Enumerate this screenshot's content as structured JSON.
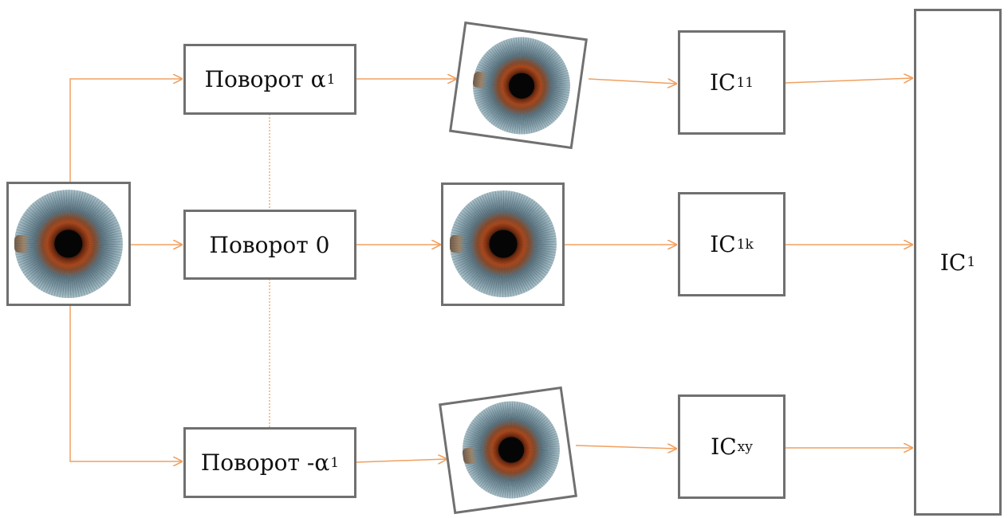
{
  "rotation_boxes": [
    {
      "label": "Поворот α",
      "sub": "1"
    },
    {
      "label": "Поворот 0",
      "sub": ""
    },
    {
      "label": "Поворот -α",
      "sub": "1"
    }
  ],
  "ic_boxes": [
    {
      "label": "IC",
      "sub": "11"
    },
    {
      "label": "IC",
      "sub": "1k"
    },
    {
      "label": "IC",
      "sub": "xy"
    }
  ],
  "output_box": {
    "label": "IC",
    "sub": "1"
  },
  "colors": {
    "arrow": "#f0a060",
    "border": "#707070"
  }
}
